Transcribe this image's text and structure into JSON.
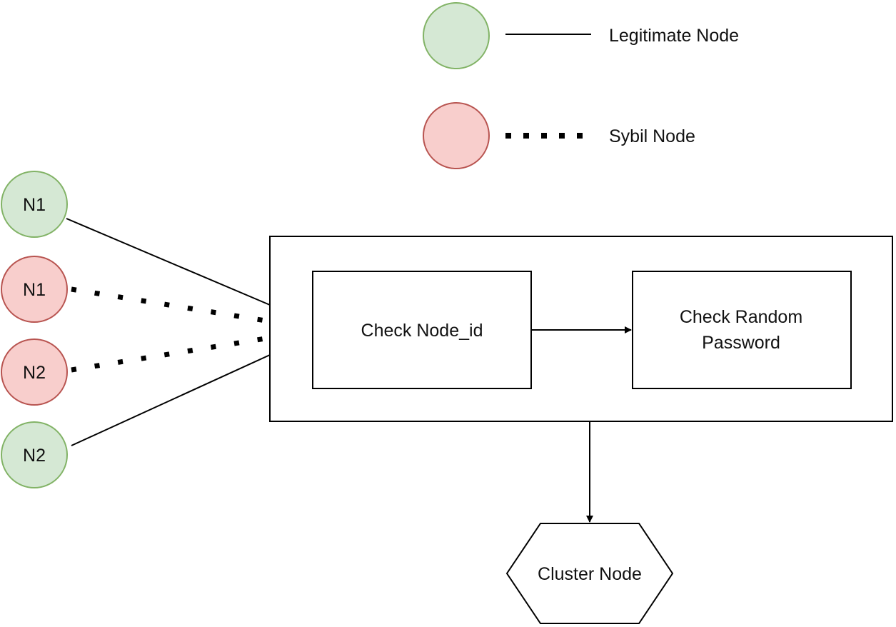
{
  "legend": {
    "legitimate": {
      "label": "Legitimate Node",
      "fill": "#d5e8d4",
      "stroke": "#82b366",
      "line_style": "solid"
    },
    "sybil": {
      "label": "Sybil Node",
      "fill": "#f8cecc",
      "stroke": "#b85450",
      "line_style": "dotted"
    }
  },
  "nodes": [
    {
      "label": "N1",
      "kind": "legitimate"
    },
    {
      "label": "N1",
      "kind": "sybil"
    },
    {
      "label": "N2",
      "kind": "sybil"
    },
    {
      "label": "N2",
      "kind": "legitimate"
    }
  ],
  "verification": {
    "check_id": "Check Node_id",
    "check_password_line1": "Check Random",
    "check_password_line2": "Password"
  },
  "cluster": {
    "label": "Cluster Node"
  },
  "colors": {
    "line": "#000000",
    "text": "#111111"
  }
}
